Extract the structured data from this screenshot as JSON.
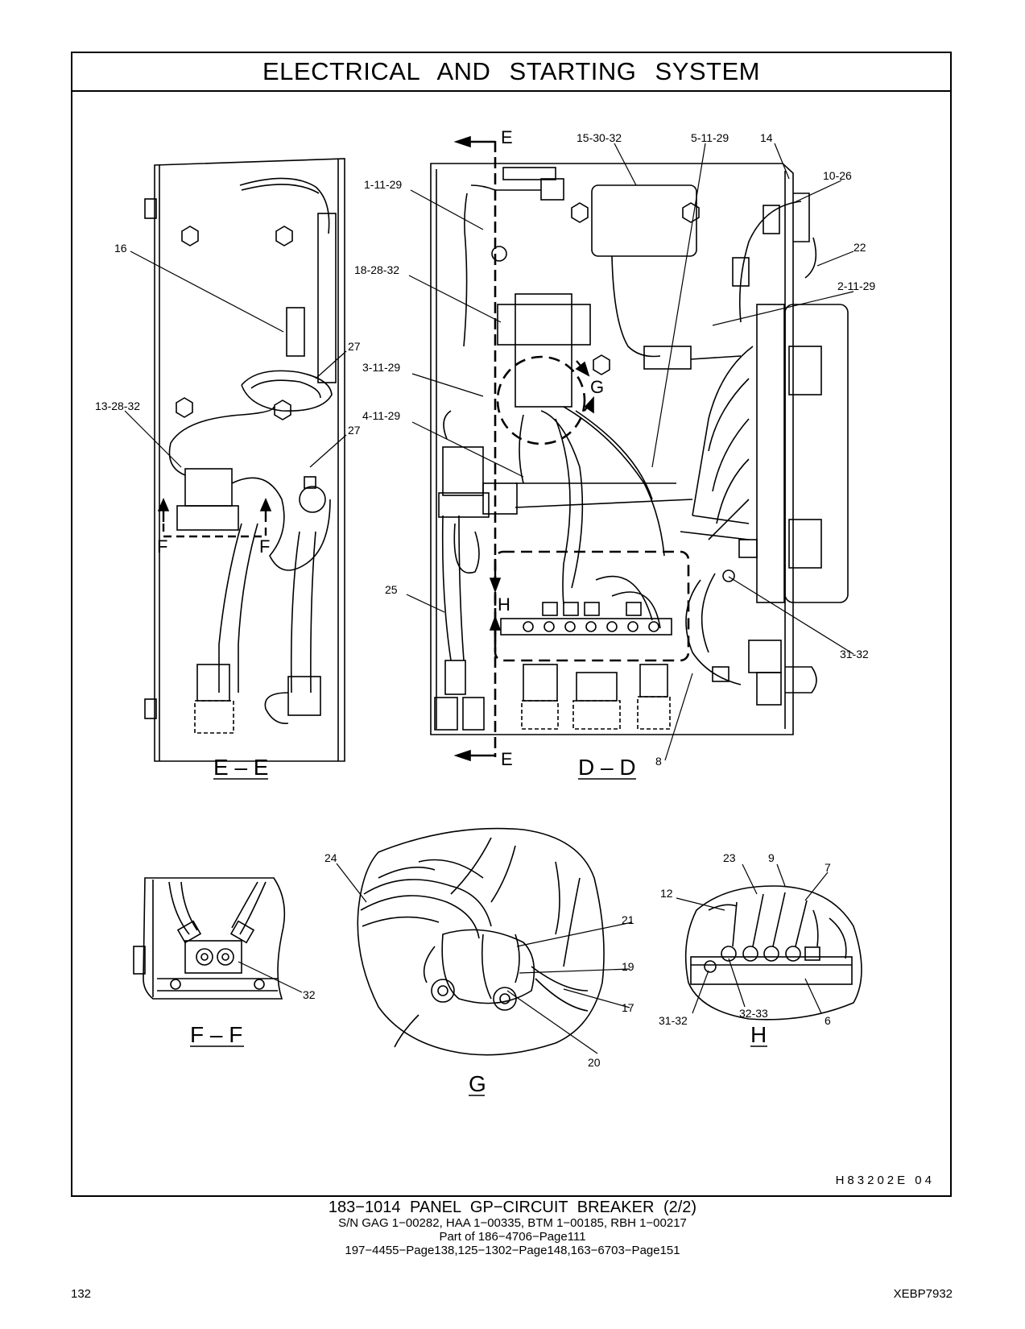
{
  "header": {
    "title": "ELECTRICAL  AND  STARTING  SYSTEM"
  },
  "views": {
    "ee": "E – E",
    "dd": "D – D",
    "ff": "F – F",
    "g": "G",
    "h": "H"
  },
  "section_markers": {
    "e": "E",
    "f": "F",
    "g": "G",
    "h": "H"
  },
  "callouts": {
    "ee": [
      "16",
      "27",
      "13-28-32",
      "27"
    ],
    "dd": [
      "15-30-32",
      "5-11-29",
      "14",
      "10-26",
      "1-11-29",
      "22",
      "18-28-32",
      "2-11-29",
      "3-11-29",
      "4-11-29",
      "25",
      "31-32",
      "8"
    ],
    "ff": [
      "32"
    ],
    "g": [
      "24",
      "21",
      "19",
      "17",
      "20"
    ],
    "h": [
      "23",
      "9",
      "7",
      "12",
      "31-32",
      "32-33",
      "6"
    ]
  },
  "drawing_code": "H83202E  04",
  "caption": {
    "line1": "183−1014  PANEL  GP−CIRCUIT  BREAKER (2/2)",
    "line2": "S/N GAG 1−00282, HAA 1−00335, BTM 1−00185, RBH 1−00217",
    "line3": "Part of 186−4706−Page111",
    "line4": "197−4455−Page138,125−1302−Page148,163−6703−Page151"
  },
  "footer": {
    "page_number": "132",
    "doc_code": "XEBP7932"
  }
}
